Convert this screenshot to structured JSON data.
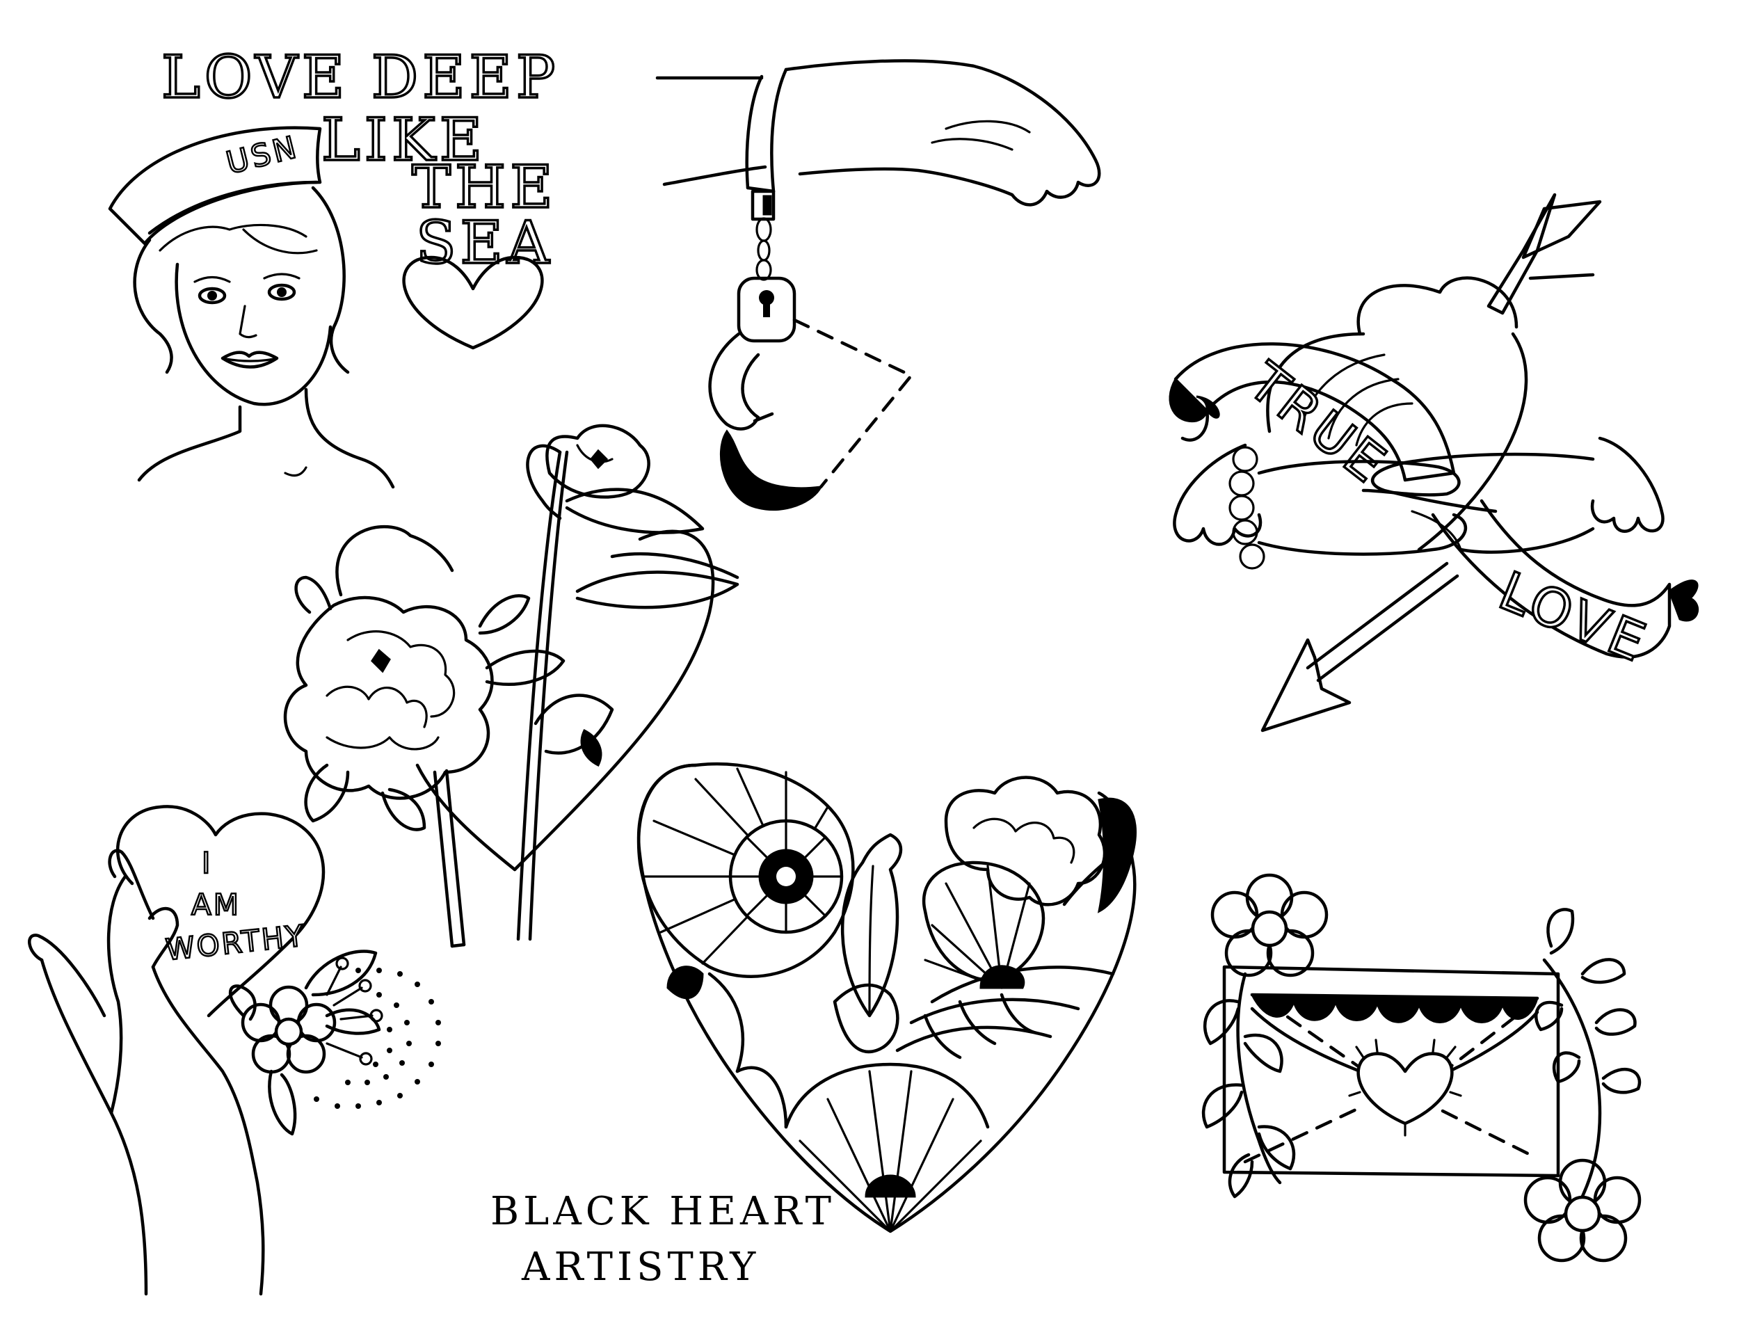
{
  "flash_sheet": {
    "sailor_caption": [
      "LOVE DEEP",
      "LIKE",
      "THE",
      "SEA"
    ],
    "cap_text": "USN",
    "banner_top": "TRUE",
    "banner_bottom": "LOVE",
    "heart_message": [
      "I",
      "AM",
      "WORTHY"
    ],
    "signature": [
      "BLACK HEART",
      "ARTISTRY"
    ]
  },
  "colors": {
    "ink": "#000000",
    "paper": "#ffffff"
  },
  "icons": [
    "sailor-girl-icon",
    "handcuff-hand-icon",
    "true-love-banner-icon",
    "peony-heart-icon",
    "hand-holding-heart-icon",
    "flower-heart-icon",
    "love-letter-envelope-icon"
  ]
}
